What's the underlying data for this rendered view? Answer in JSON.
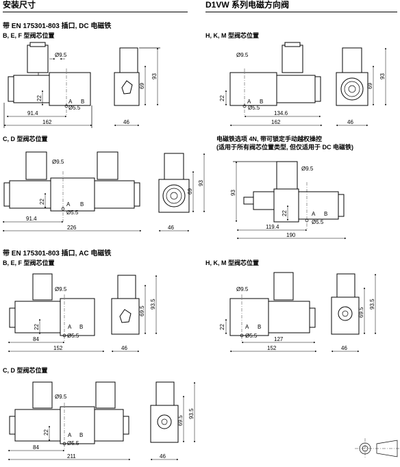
{
  "header": {
    "left_title": "安装尺寸",
    "right_title": "D1VW 系列电磁方向阀"
  },
  "sections": {
    "dc_title": "带 EN 175301-803 插口, DC 电磁铁",
    "ac_title": "带 EN 175301-803 插口, AC 电磁铁",
    "manual_override_title": "电磁铁选项 4N, 带可锁定手动越权操控",
    "manual_override_note": "(适用于所有阀芯位置类型, 但仅适用于 DC 电磁铁)"
  },
  "subtitles": {
    "bef": "B, E, F 型阀芯位置",
    "hkm": "H, K, M 型阀芯位置",
    "cd": "C, D 型阀芯位置"
  },
  "dimensions": {
    "dc_bef": {
      "d95": "Ø9.5",
      "d55": "Ø5.5",
      "a": "A",
      "b": "B",
      "h22": "22",
      "w914": "91.4",
      "w162": "162",
      "w46": "46",
      "h69": "69",
      "h93": "93"
    },
    "dc_hkm": {
      "d95": "Ø9.5",
      "d55": "Ø5.5",
      "a": "A",
      "b": "B",
      "h22": "22",
      "w1346": "134.6",
      "w162": "162",
      "w46": "46",
      "h69": "69",
      "h93": "93"
    },
    "dc_cd": {
      "d95": "Ø9.5",
      "d55": "Ø5.5",
      "a": "A",
      "b": "B",
      "h22": "22",
      "w914": "91.4",
      "w226": "226",
      "w46": "46",
      "h69": "69",
      "h93": "93"
    },
    "dc_4n": {
      "d95": "Ø9.5",
      "d55": "Ø5.5",
      "a": "A",
      "b": "B",
      "h22": "22",
      "h93": "93",
      "w1194": "119.4",
      "w190": "190"
    },
    "ac_bef": {
      "d95": "Ø9.5",
      "d55": "Ø5.5",
      "a": "A",
      "b": "B",
      "h22": "22",
      "w84": "84",
      "w152": "152",
      "w46": "46",
      "h695": "69.5",
      "h935": "93.5"
    },
    "ac_hkm": {
      "d95": "Ø9.5",
      "d55": "Ø5.5",
      "a": "A",
      "b": "B",
      "h22": "22",
      "w127": "127",
      "w152": "152",
      "w46": "46",
      "h695": "69.5",
      "h935": "93.5"
    },
    "ac_cd": {
      "d95": "Ø9.5",
      "d55": "Ø5.5",
      "a": "A",
      "b": "B",
      "h22": "22",
      "w84": "84",
      "w211": "211",
      "w46": "46",
      "h695": "69.5",
      "h935": "93.5"
    }
  }
}
